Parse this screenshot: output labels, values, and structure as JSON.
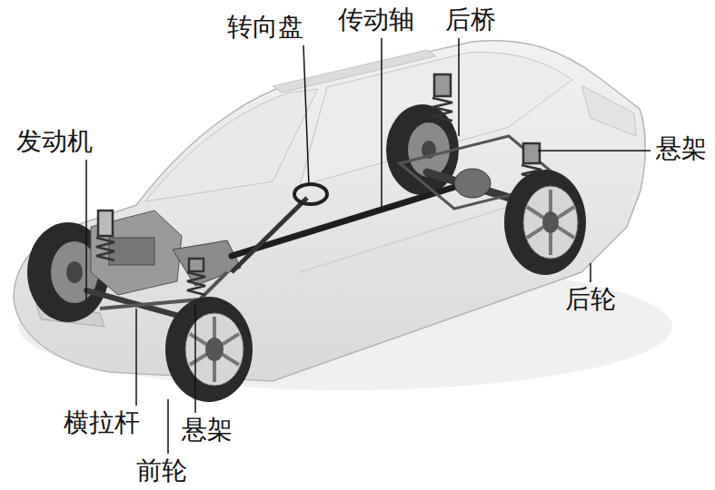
{
  "diagram": {
    "labels": [
      "转向盘",
      "传动轴",
      "后桥",
      "发动机",
      "悬架",
      "后轮",
      "横拉杆",
      "悬架",
      "前轮"
    ]
  }
}
